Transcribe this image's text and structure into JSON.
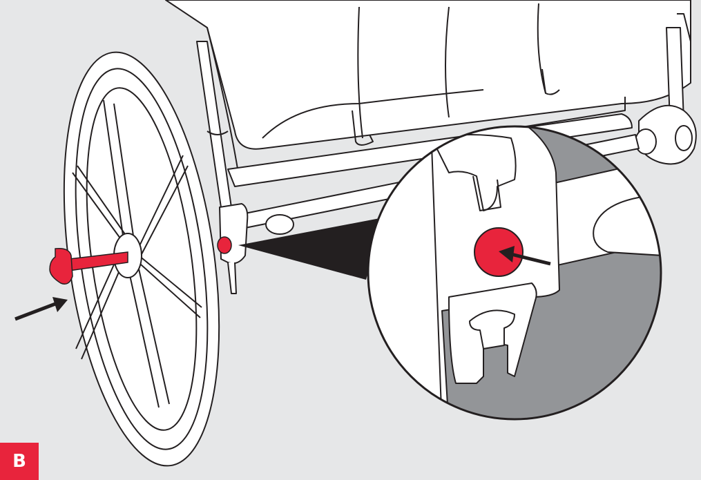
{
  "figure": {
    "step_label": "B",
    "colors": {
      "background": "#e6e7e8",
      "accent_red": "#e8243c",
      "outline": "#231f20",
      "shadow_grey": "#939598",
      "part_white": "#ffffff"
    },
    "parts": {
      "wheel": "rear-wheel",
      "axle_pin": "red-axle-pin",
      "axle_hole": "red-axle-hole",
      "detail_zoom": "magnified-detail-circle",
      "insert_arrow": "insert-direction-arrow",
      "hole_arrow": "hole-pointer-arrow"
    }
  }
}
